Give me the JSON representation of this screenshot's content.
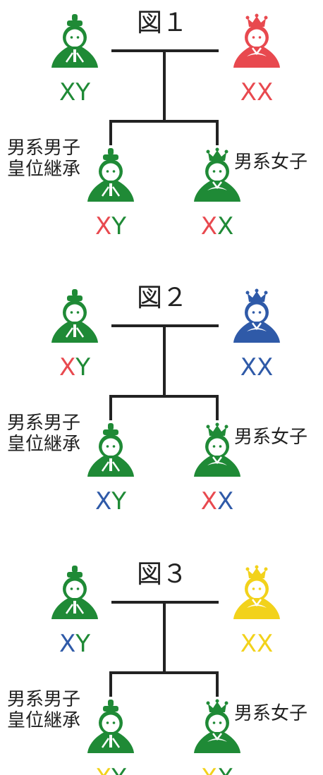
{
  "colors": {
    "green": "#1f8a36",
    "red": "#e8494f",
    "blue": "#2f5aa8",
    "yellow": "#f2d21b",
    "line": "#222222",
    "face": "#ffffff"
  },
  "figures": [
    {
      "title": "図１",
      "father": {
        "icon": "emperor-doll-icon",
        "color": "green",
        "chrom": [
          {
            "t": "X",
            "c": "green"
          },
          {
            "t": "Y",
            "c": "green"
          }
        ]
      },
      "mother": {
        "icon": "empress-doll-icon",
        "color": "red",
        "chrom": [
          {
            "t": "X",
            "c": "red"
          },
          {
            "t": "X",
            "c": "red"
          }
        ]
      },
      "son": {
        "label": [
          "男系男子",
          "皇位継承"
        ],
        "icon": "emperor-doll-icon",
        "color": "green",
        "chrom": [
          {
            "t": "X",
            "c": "red"
          },
          {
            "t": "Y",
            "c": "green"
          }
        ]
      },
      "daughter": {
        "label": [
          "男系女子"
        ],
        "icon": "empress-doll-icon",
        "color": "green",
        "chrom": [
          {
            "t": "X",
            "c": "red"
          },
          {
            "t": "X",
            "c": "green"
          }
        ]
      }
    },
    {
      "title": "図２",
      "father": {
        "icon": "emperor-doll-icon",
        "color": "green",
        "chrom": [
          {
            "t": "X",
            "c": "red"
          },
          {
            "t": "Y",
            "c": "green"
          }
        ]
      },
      "mother": {
        "icon": "empress-doll-icon",
        "color": "blue",
        "chrom": [
          {
            "t": "X",
            "c": "blue"
          },
          {
            "t": "X",
            "c": "blue"
          }
        ]
      },
      "son": {
        "label": [
          "男系男子",
          "皇位継承"
        ],
        "icon": "emperor-doll-icon",
        "color": "green",
        "chrom": [
          {
            "t": "X",
            "c": "blue"
          },
          {
            "t": "Y",
            "c": "green"
          }
        ]
      },
      "daughter": {
        "label": [
          "男系女子"
        ],
        "icon": "empress-doll-icon",
        "color": "green",
        "chrom": [
          {
            "t": "X",
            "c": "red"
          },
          {
            "t": "X",
            "c": "blue"
          }
        ]
      }
    },
    {
      "title": "図３",
      "father": {
        "icon": "emperor-doll-icon",
        "color": "green",
        "chrom": [
          {
            "t": "X",
            "c": "blue"
          },
          {
            "t": "Y",
            "c": "green"
          }
        ]
      },
      "mother": {
        "icon": "empress-doll-icon",
        "color": "yellow",
        "chrom": [
          {
            "t": "X",
            "c": "yellow"
          },
          {
            "t": "X",
            "c": "yellow"
          }
        ]
      },
      "son": {
        "label": [
          "男系男子",
          "皇位継承"
        ],
        "icon": "emperor-doll-icon",
        "color": "green",
        "chrom": [
          {
            "t": "X",
            "c": "yellow"
          },
          {
            "t": "Y",
            "c": "green"
          }
        ]
      },
      "daughter": {
        "label": [
          "男系女子"
        ],
        "icon": "empress-doll-icon",
        "color": "green",
        "chrom": [
          {
            "t": "X",
            "c": "yellow"
          },
          {
            "t": "X",
            "c": "green"
          }
        ]
      }
    }
  ]
}
